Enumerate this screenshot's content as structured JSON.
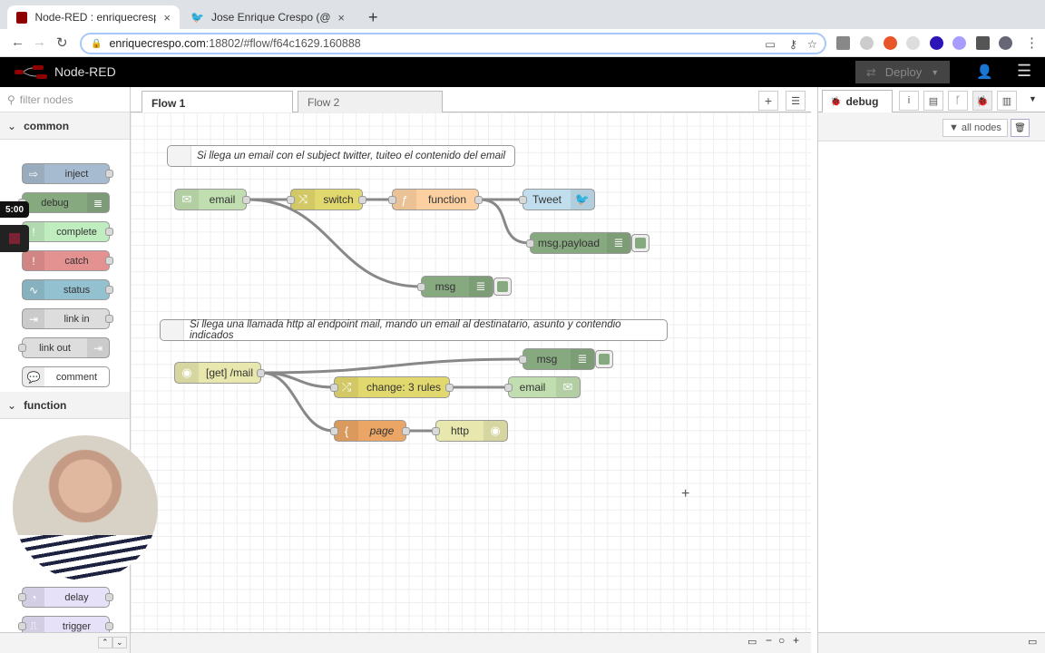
{
  "browser": {
    "tabs": [
      {
        "title": "Node-RED : enriquecrespo.com",
        "close": "×"
      },
      {
        "title": "Jose Enrique Crespo (@jecresp",
        "close": "×"
      }
    ],
    "new_tab": "+",
    "url_host": "enriquecrespo.com",
    "url_rest": ":18802/#flow/f64c1629.160888"
  },
  "header": {
    "app_title": "Node-RED",
    "deploy_label": "Deploy"
  },
  "palette": {
    "filter_placeholder": "filter nodes",
    "categories": [
      {
        "name": "common",
        "nodes": [
          {
            "label": "inject",
            "color": "#a6bbcf"
          },
          {
            "label": "debug",
            "color": "#87a980"
          },
          {
            "label": "complete",
            "color": "#c0edc0"
          },
          {
            "label": "catch",
            "color": "#e49191"
          },
          {
            "label": "status",
            "color": "#94c1d0"
          },
          {
            "label": "link in",
            "color": "#dddddd"
          },
          {
            "label": "link out",
            "color": "#dddddd"
          },
          {
            "label": "comment",
            "color": "#ffffff"
          }
        ]
      },
      {
        "name": "function",
        "nodes": [
          {
            "label": "delay",
            "color": "#e6e0f8"
          },
          {
            "label": "trigger",
            "color": "#e6e0f8"
          }
        ]
      }
    ]
  },
  "recorder": {
    "time": "5:00"
  },
  "workspace": {
    "tabs": [
      {
        "label": "Flow 1",
        "active": true
      },
      {
        "label": "Flow 2",
        "active": false
      }
    ],
    "comments": [
      {
        "id": "c1",
        "text": "Si llega un email con el subject twitter, tuiteo el contenido del email"
      },
      {
        "id": "c2",
        "text": "Si llega una llamada http al endpoint mail, mando un email al destinatario, asunto y contendio indicados"
      }
    ],
    "nodes": [
      {
        "id": "email_in",
        "label": "email",
        "color": "#c0deaf",
        "icon": "envelope-icon"
      },
      {
        "id": "switch",
        "label": "switch",
        "color": "#e2d96e",
        "icon": "switch-icon"
      },
      {
        "id": "function",
        "label": "function",
        "color": "#fdd0a2",
        "icon": "function-icon"
      },
      {
        "id": "tweet",
        "label": "Tweet",
        "color": "#c0deed",
        "icon": "twitter-icon"
      },
      {
        "id": "dbg_payload",
        "label": "msg.payload",
        "color": "#87a980",
        "icon": "debug-icon"
      },
      {
        "id": "dbg_msg1",
        "label": "msg",
        "color": "#87a980",
        "icon": "debug-icon"
      },
      {
        "id": "http_in",
        "label": "[get] /mail",
        "color": "#e7e7ae",
        "icon": "globe-icon"
      },
      {
        "id": "dbg_msg2",
        "label": "msg",
        "color": "#87a980",
        "icon": "debug-icon"
      },
      {
        "id": "change",
        "label": "change: 3 rules",
        "color": "#e2d96e",
        "icon": "change-icon"
      },
      {
        "id": "email_out",
        "label": "email",
        "color": "#c0deaf",
        "icon": "envelope-icon"
      },
      {
        "id": "template",
        "label": "page",
        "color": "#eba565",
        "icon": "template-icon"
      },
      {
        "id": "http_resp",
        "label": "http",
        "color": "#e7e7ae",
        "icon": "globe-icon"
      }
    ],
    "wires": [
      [
        "email_in",
        "switch"
      ],
      [
        "email_in",
        "dbg_msg1"
      ],
      [
        "switch",
        "function"
      ],
      [
        "function",
        "tweet"
      ],
      [
        "function",
        "dbg_payload"
      ],
      [
        "http_in",
        "dbg_msg2"
      ],
      [
        "http_in",
        "change"
      ],
      [
        "http_in",
        "template"
      ],
      [
        "change",
        "email_out"
      ],
      [
        "template",
        "http_resp"
      ]
    ]
  },
  "sidebar": {
    "tab_label": "debug",
    "filter_label": "all nodes"
  }
}
